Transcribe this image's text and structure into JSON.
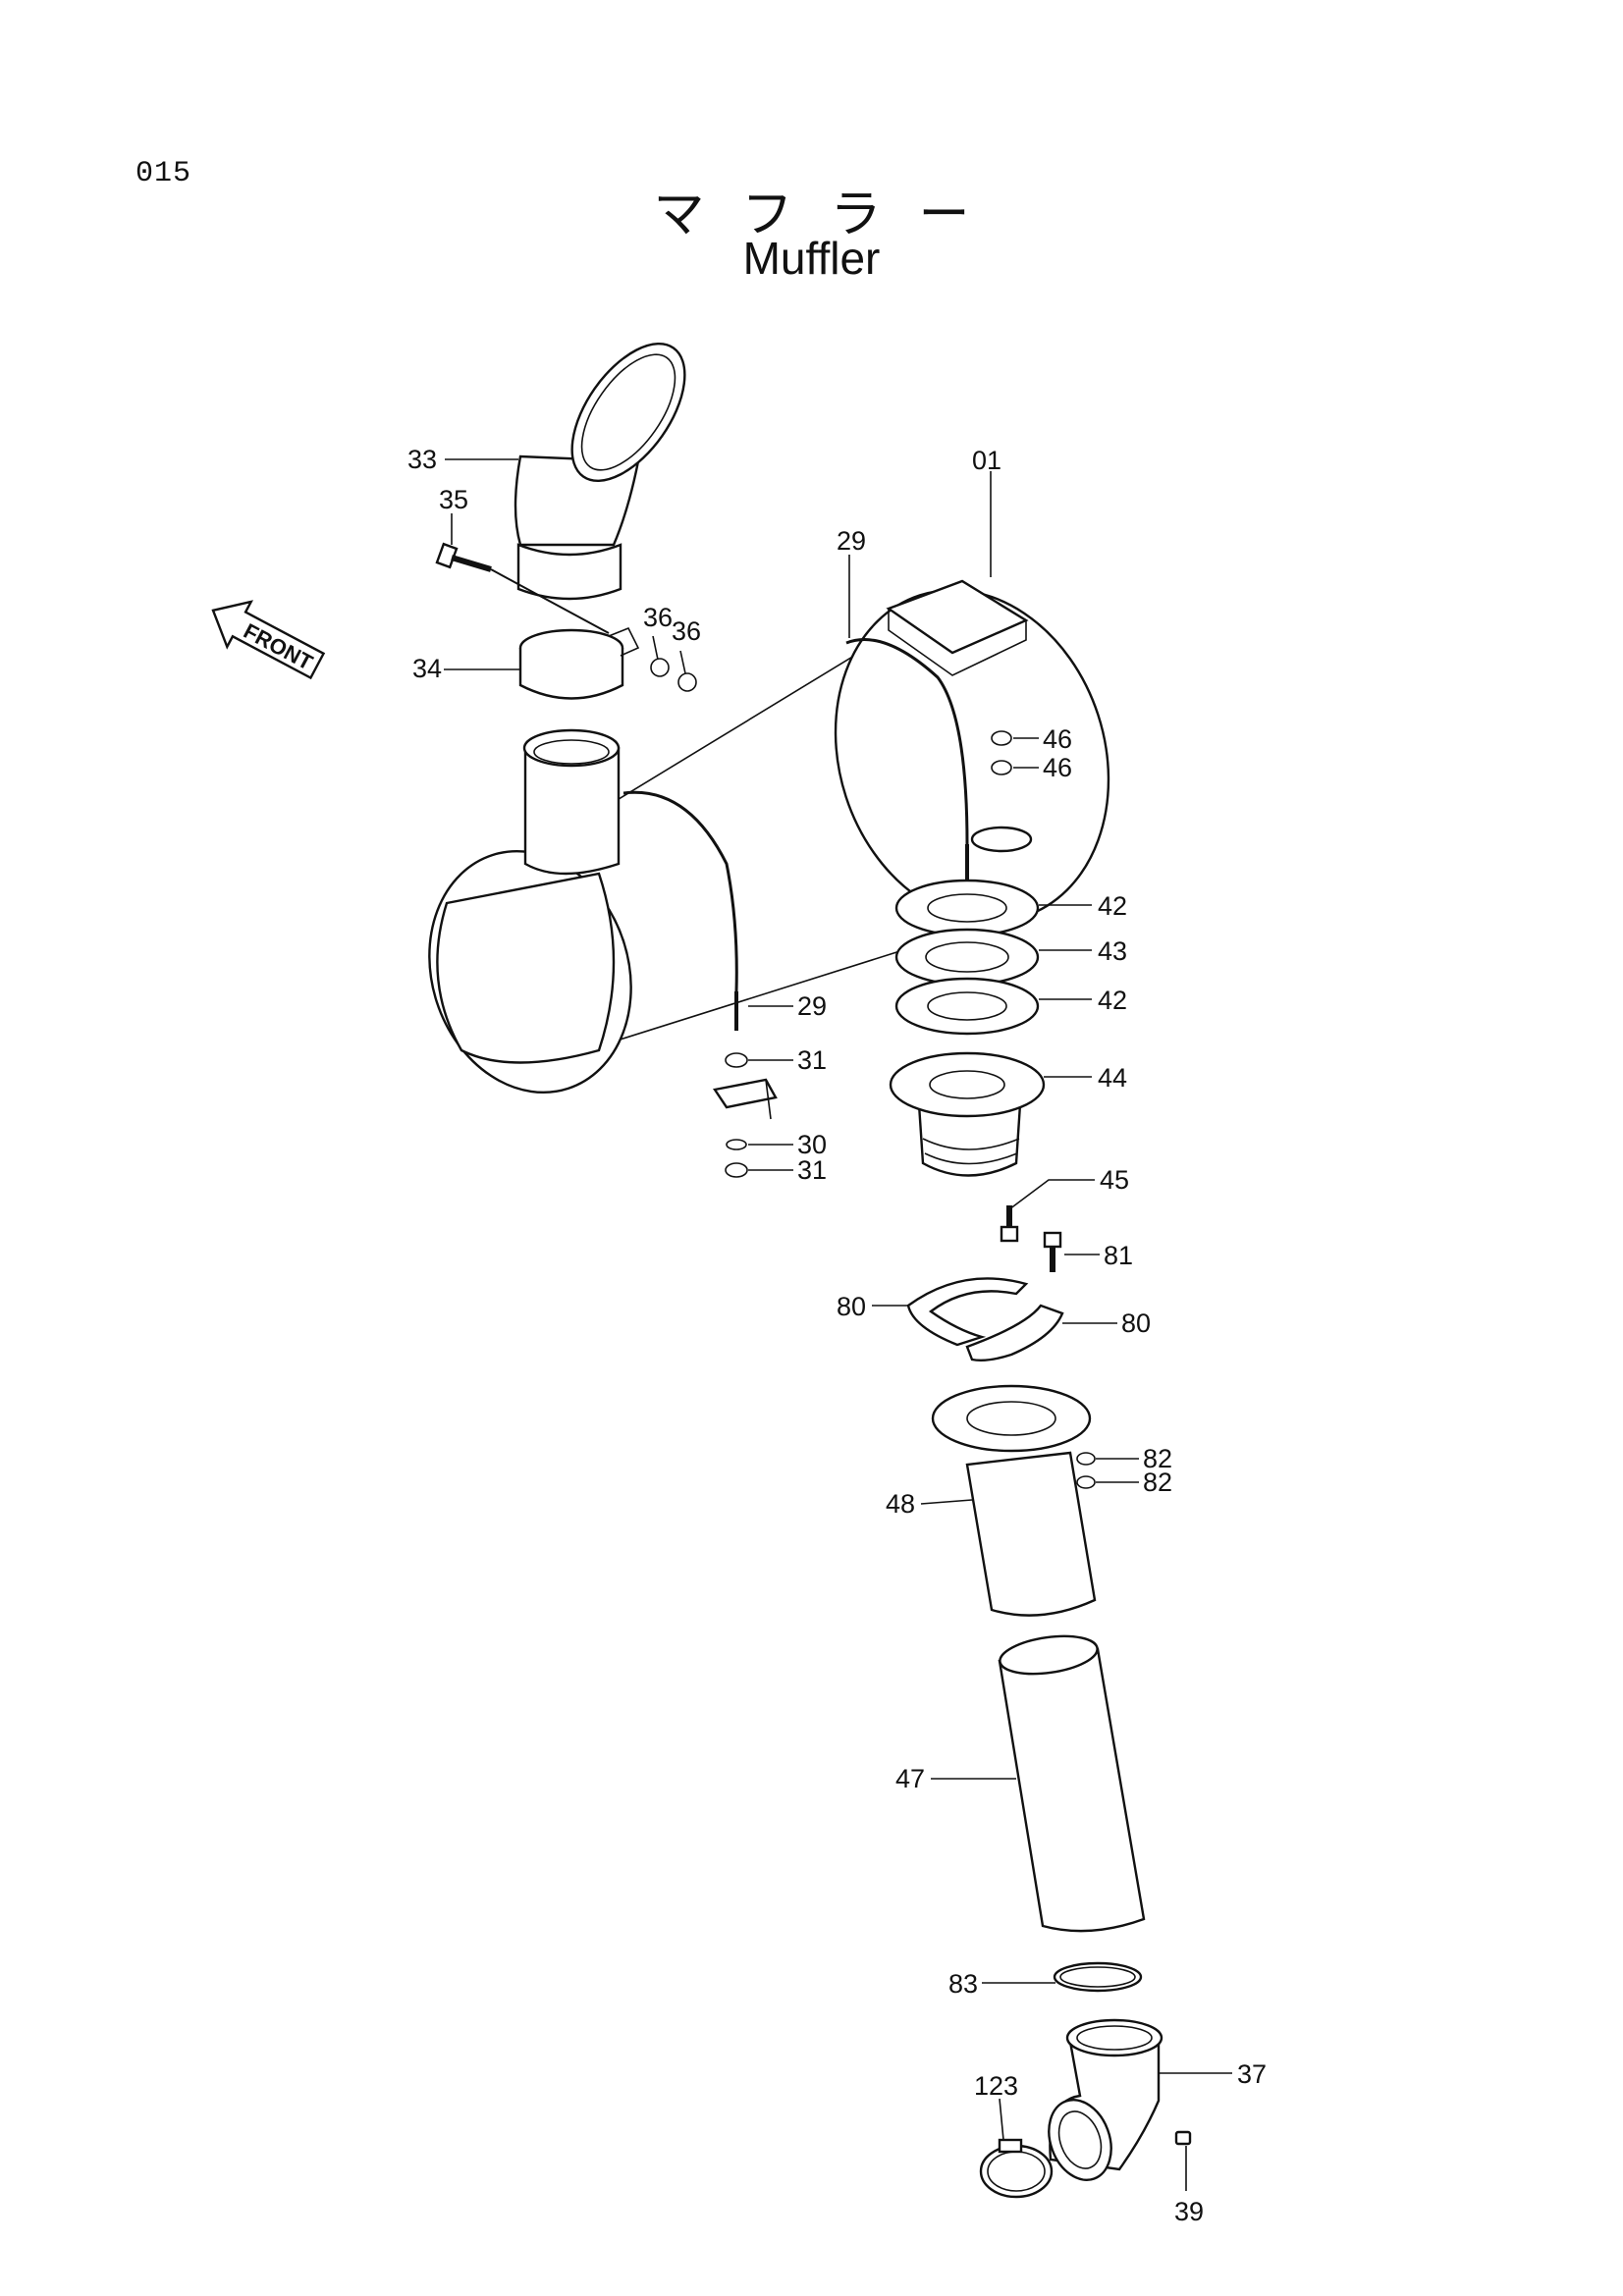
{
  "page": {
    "code": "015",
    "title_jp": "マフラー",
    "title_en": "Muffler",
    "front_label": "FRONT"
  },
  "callouts": [
    {
      "id": "c-01",
      "text": "01"
    },
    {
      "id": "c-29a",
      "text": "29"
    },
    {
      "id": "c-29b",
      "text": "29"
    },
    {
      "id": "c-30",
      "text": "30"
    },
    {
      "id": "c-31a",
      "text": "31"
    },
    {
      "id": "c-31b",
      "text": "31"
    },
    {
      "id": "c-33",
      "text": "33"
    },
    {
      "id": "c-34",
      "text": "34"
    },
    {
      "id": "c-35",
      "text": "35"
    },
    {
      "id": "c-36a",
      "text": "36"
    },
    {
      "id": "c-36b",
      "text": "36"
    },
    {
      "id": "c-37",
      "text": "37"
    },
    {
      "id": "c-39",
      "text": "39"
    },
    {
      "id": "c-42a",
      "text": "42"
    },
    {
      "id": "c-42b",
      "text": "42"
    },
    {
      "id": "c-43",
      "text": "43"
    },
    {
      "id": "c-44",
      "text": "44"
    },
    {
      "id": "c-45",
      "text": "45"
    },
    {
      "id": "c-46a",
      "text": "46"
    },
    {
      "id": "c-46b",
      "text": "46"
    },
    {
      "id": "c-47",
      "text": "47"
    },
    {
      "id": "c-48",
      "text": "48"
    },
    {
      "id": "c-80a",
      "text": "80"
    },
    {
      "id": "c-80b",
      "text": "80"
    },
    {
      "id": "c-81",
      "text": "81"
    },
    {
      "id": "c-82a",
      "text": "82"
    },
    {
      "id": "c-82b",
      "text": "82"
    },
    {
      "id": "c-83",
      "text": "83"
    },
    {
      "id": "c-123",
      "text": "123"
    }
  ]
}
